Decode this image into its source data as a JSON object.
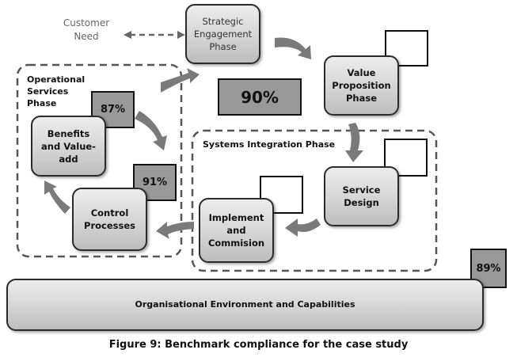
{
  "customer_need": "Customer\nNeed",
  "phases": {
    "operational": "Operational\nServices\nPhase",
    "systems_integration": "Systems Integration Phase"
  },
  "nodes": {
    "strategic": "Strategic\nEngagement\nPhase",
    "value_proposition": "Value\nProposition\nPhase",
    "service_design": "Service\nDesign",
    "implement": "Implement\nand\nCommision",
    "control": "Control\nProcesses",
    "benefits": "Benefits\nand Value-\nadd",
    "organisational": "Organisational Environment and Capabilities"
  },
  "scores": {
    "overall": "90%",
    "operational_benefits": "87%",
    "control_processes": "91%",
    "organisational": "89%",
    "value_proposition": "",
    "service_design": "",
    "implement": ""
  },
  "caption": "Figure 9: Benchmark compliance for the case study"
}
